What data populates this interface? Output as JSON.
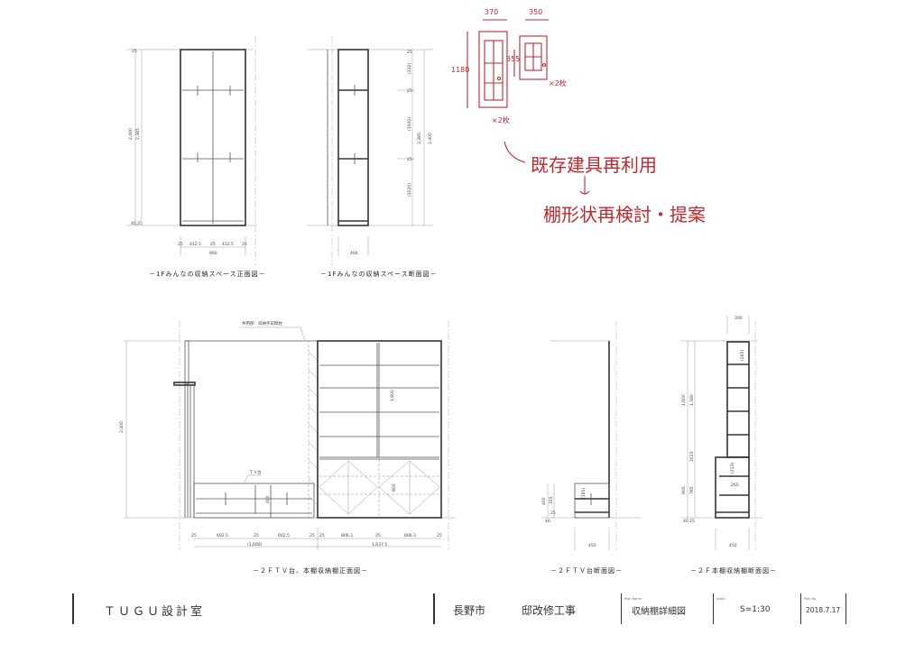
{
  "drawings": {
    "front_1f": {
      "title": "－1Fみんなの収納スペース正面図－",
      "dims_h": [
        "25",
        "412.5",
        "25",
        "412.5",
        "25"
      ],
      "total_w": "900",
      "dims_v": [
        "2,400",
        "2,385",
        "25",
        "40,25"
      ]
    },
    "section_1f": {
      "title": "－1Fみんなの収納スペース断面図－",
      "depth": "400",
      "dims_v": [
        "25",
        "(320)",
        "25",
        "(1000)",
        "25",
        "(1020)",
        "2,385",
        "2,400"
      ]
    },
    "front_2f": {
      "title": "－２ＦＴＶ台、本棚収納棚正面図－",
      "note_column": "共用部：収納手前間柱",
      "note_tv": "ＴＶ台",
      "height": "2,400",
      "shelf_h": "1,600",
      "lower_h": "800",
      "tv_h": "400",
      "dims_h": [
        "25",
        "602.5",
        "25",
        "602.5",
        "25",
        "25",
        "806.3",
        "25",
        "806.3",
        "25"
      ],
      "total_left": "(1,600)",
      "total_right": "1,637.5"
    },
    "tv_section_2f": {
      "title": "－２ＦＴＶ台断面図－",
      "depth": "450",
      "dims_v": [
        "400",
        "355",
        "25",
        "40",
        "(185)"
      ]
    },
    "shelf_section_2f": {
      "title": "－２Ｆ本棚収納棚断面図－",
      "top_depth": "300",
      "depth": "450",
      "dims_v": [
        "1,600",
        "1,560",
        "(265)",
        "2025",
        "800",
        "765",
        "(213)",
        "265",
        "40 25"
      ]
    }
  },
  "handwritten": {
    "w1": "370",
    "w2": "350",
    "h1": "1180",
    "h2": "355",
    "qty1": "×2枚",
    "qty2": "×2枚",
    "note1": "既存建具再利用",
    "note2": "棚形状再検討・提案"
  },
  "title_block": {
    "office": "ＴＵＧＵ設計室",
    "city": "長野市",
    "project": "邸改修工事",
    "plan_name_label": "Plan Name",
    "plan_name": "収納棚詳細図",
    "scale_label": "Scale",
    "scale": "S=1:30",
    "plan_no_label": "Plan No.",
    "date": "2018.7.17"
  },
  "colors": {
    "markup": "#c0282d",
    "line": "#555555"
  }
}
